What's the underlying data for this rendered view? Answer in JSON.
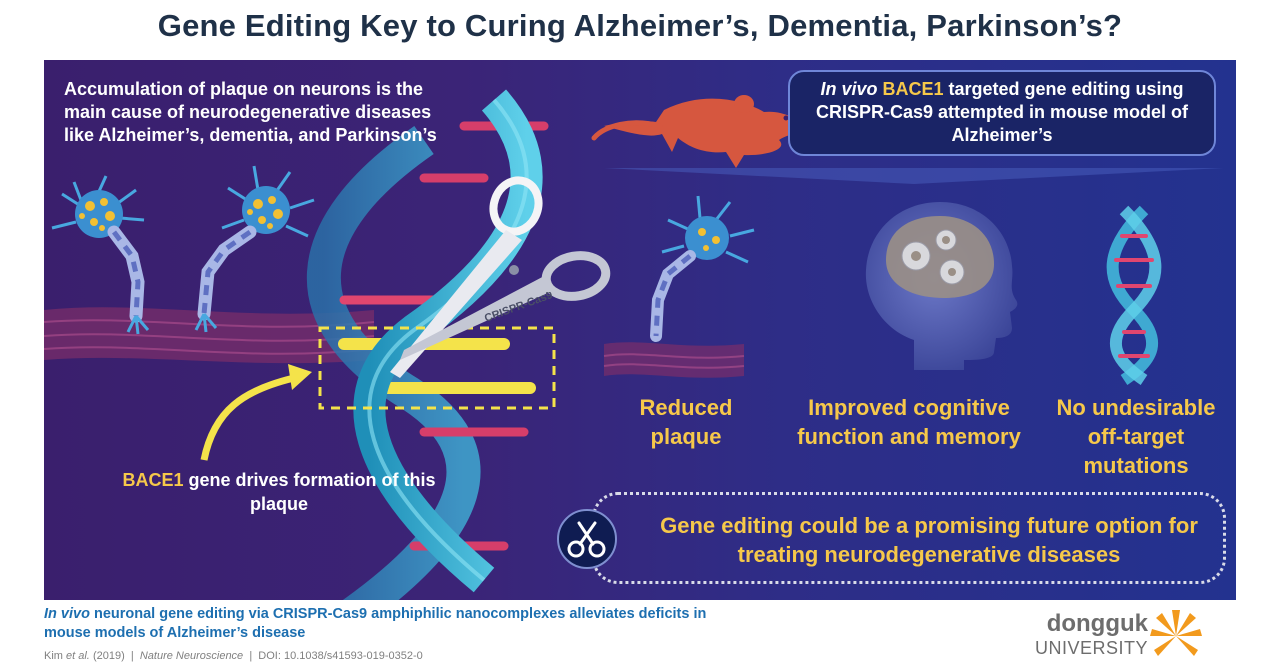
{
  "title": "Gene Editing Key to Curing Alzheimer’s, Dementia, Parkinson’s?",
  "intro_text": "Accumulation of plaque on neurons is the main cause of neurodegenerative diseases like Alzheimer’s, dementia, and Parkinson’s",
  "callout": {
    "in_vivo": "In vivo",
    "gene": "BACE1",
    "rest": "targeted gene editing using CRISPR-Cas9 attempted in mouse model of Alzheimer’s"
  },
  "scissors_label": "CRISPR-Cas9",
  "bace_note": {
    "gene": "BACE1",
    "rest": "gene drives formation of this plaque"
  },
  "outcomes": [
    "Reduced plaque",
    "Improved cognitive function and memory",
    "No undesirable off-target mutations"
  ],
  "conclusion": "Gene editing could be a promising future option for treating neurodegenerative diseases",
  "citation": {
    "in_vivo": "In vivo",
    "rest": "neuronal gene editing via CRISPR-Cas9 amphiphilic nanocomplexes alleviates deficits in mouse models of Alzheimer’s disease"
  },
  "reference": {
    "author": "Kim",
    "etal": "et al.",
    "year": "(2019)",
    "sep1": "|",
    "journal": "Nature Neuroscience",
    "sep2": "|",
    "doi": "DOI: 10.1038/s41593-019-0352-0"
  },
  "logo": {
    "name": "dongguk",
    "sub": "UNIVERSITY"
  },
  "colors": {
    "title": "#1f3148",
    "panel_left": "#3a1f6d",
    "panel_right": "#23328f",
    "highlight": "#f6c84a",
    "mouse": "#d6573f",
    "logo_orange": "#f29a1d"
  },
  "icons": [
    "mouse-icon",
    "neuron-icon",
    "dna-helix-icon",
    "scissors-icon",
    "head-gears-icon",
    "arrow-icon"
  ]
}
